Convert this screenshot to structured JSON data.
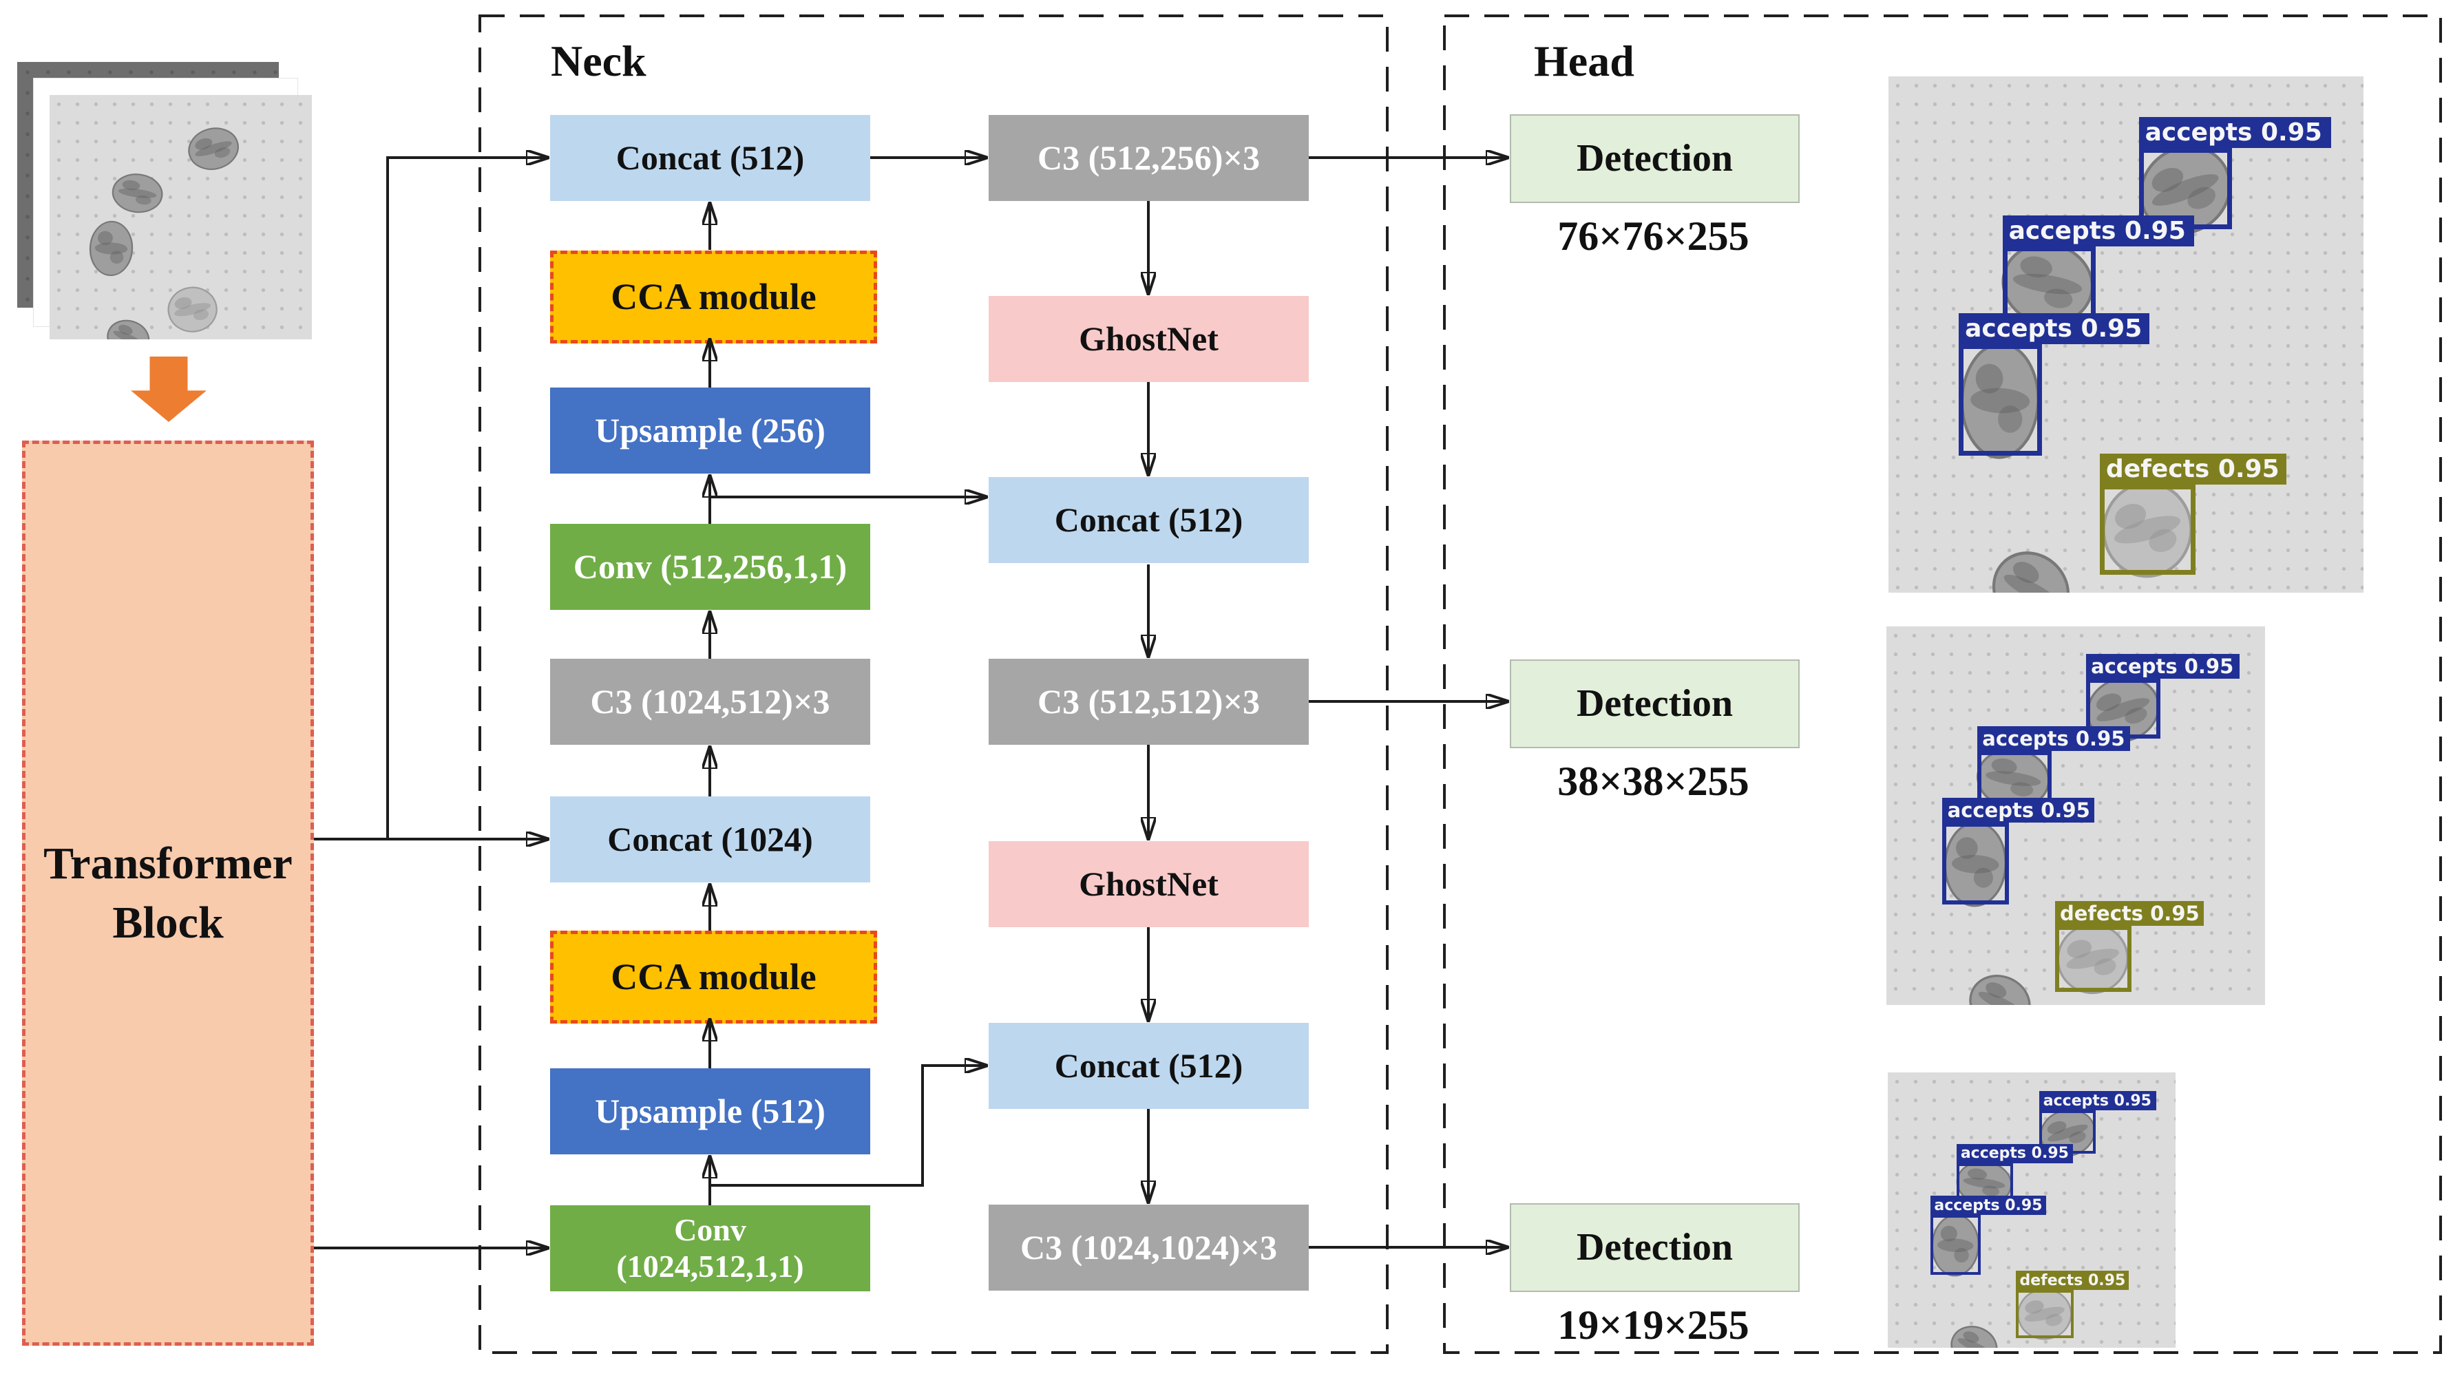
{
  "sections": {
    "neck_label": "Neck",
    "head_label": "Head"
  },
  "transformer_block": {
    "line1": "Transformer",
    "line2": "Block"
  },
  "neck": {
    "left_column": [
      {
        "label": "Concat (512)",
        "type": "concat"
      },
      {
        "label": "CCA module",
        "type": "cca"
      },
      {
        "label": "Upsample (256)",
        "type": "upsample"
      },
      {
        "label": "Conv (512,256,1,1)",
        "type": "conv"
      },
      {
        "label": "C3 (1024,512)×3",
        "type": "c3"
      },
      {
        "label": "Concat (1024)",
        "type": "concat"
      },
      {
        "label": "CCA module",
        "type": "cca"
      },
      {
        "label": "Upsample (512)",
        "type": "upsample"
      },
      {
        "label": "Conv (1024,512,1,1)",
        "line1": "Conv",
        "line2": "(1024,512,1,1)",
        "type": "conv"
      }
    ],
    "middle_column": [
      {
        "label": "C3 (512,256)×3",
        "type": "c3"
      },
      {
        "label": "GhostNet",
        "type": "ghost"
      },
      {
        "label": "Concat (512)",
        "type": "concat"
      },
      {
        "label": "C3 (512,512)×3",
        "type": "c3"
      },
      {
        "label": "GhostNet",
        "type": "ghost"
      },
      {
        "label": "Concat (512)",
        "type": "concat"
      },
      {
        "label": "C3 (1024,1024)×3",
        "type": "c3"
      }
    ]
  },
  "head": {
    "detections": [
      {
        "label": "Detection",
        "dims": "76×76×255"
      },
      {
        "label": "Detection",
        "dims": "38×38×255"
      },
      {
        "label": "Detection",
        "dims": "19×19×255"
      }
    ]
  },
  "results": {
    "boxes": [
      {
        "class": "accepts",
        "text": "accepts 0.95"
      },
      {
        "class": "accepts",
        "text": "accepts 0.95"
      },
      {
        "class": "accepts",
        "text": "accepts 0.95"
      },
      {
        "class": "defects",
        "text": "defects 0.95"
      }
    ]
  },
  "colors": {
    "concat": "#bdd7ee",
    "cca": "#ffc000",
    "cca_border": "#e8491d",
    "upsample": "#4472c4",
    "conv": "#70ad47",
    "c3": "#a6a6a6",
    "ghost": "#f8caca",
    "detection": "#e2efda",
    "tb": "#f8cbad",
    "tb_border": "#dd5f50",
    "orange": "#ed7d31",
    "accepts_box": "#213095",
    "defects_box": "#7f7f20"
  }
}
